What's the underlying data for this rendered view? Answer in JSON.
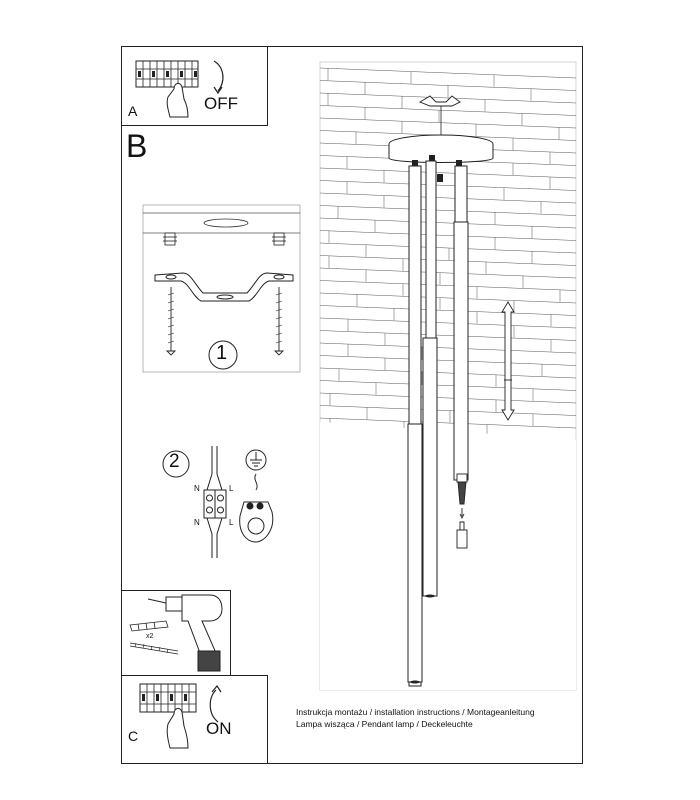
{
  "steps": {
    "a": {
      "letter": "A",
      "action": "OFF"
    },
    "b": {
      "letter": "B",
      "step1": "1",
      "step2": "2",
      "neutral": "N",
      "live": "L"
    },
    "c": {
      "letter": "C",
      "action": "ON",
      "screw_count": "x2"
    }
  },
  "caption": {
    "line1": "Instrukcja montażu / installation instructions / Montageanleitung",
    "line2": "Lampa wisząca / Pendant lamp / Deckeleuchte"
  }
}
